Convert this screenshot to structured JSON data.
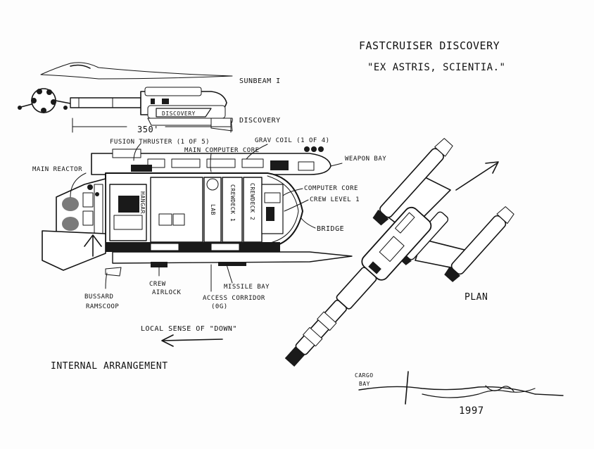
{
  "title": "FASTCRUISER DISCOVERY",
  "motto": "\"EX ASTRIS, SCIENTIA.\"",
  "top_view": {
    "sunbeam_label": "SUNBEAM I",
    "discovery_label": "DISCOVERY",
    "hull_text": "DISCOVERY",
    "length_label": "350'"
  },
  "internal": {
    "fusion_thruster": "FUSION THRUSTER (1 OF 5)",
    "grav_coil": "GRAV COIL (1 OF 4)",
    "main_computer": "MAIN COMPUTER CORE",
    "weapon_bay": "WEAPON BAY",
    "main_reactor": "MAIN REACTOR",
    "cargo_bay": "CARGO BAY",
    "hangar": "HANGAR",
    "lab": "LAB",
    "crewdeck1": "CREWDECK 1",
    "crewdeck2": "CREWDECK 2",
    "computer_core": "COMPUTER CORE",
    "crew_level": "CREW LEVEL 1",
    "bridge": "BRIDGE",
    "bussard": "BUSSARD\nRAMSCOOP",
    "crew_airlock": "CREW\nAIRLOCK",
    "missile_bay": "MISSILE BAY",
    "access_corridor": "ACCESS CORRIDOR\n(0G)",
    "down_note": "LOCAL SENSE OF \"DOWN\"",
    "caption": "INTERNAL ARRANGEMENT"
  },
  "plan": {
    "label": "PLAN"
  },
  "signature_year": "1997"
}
